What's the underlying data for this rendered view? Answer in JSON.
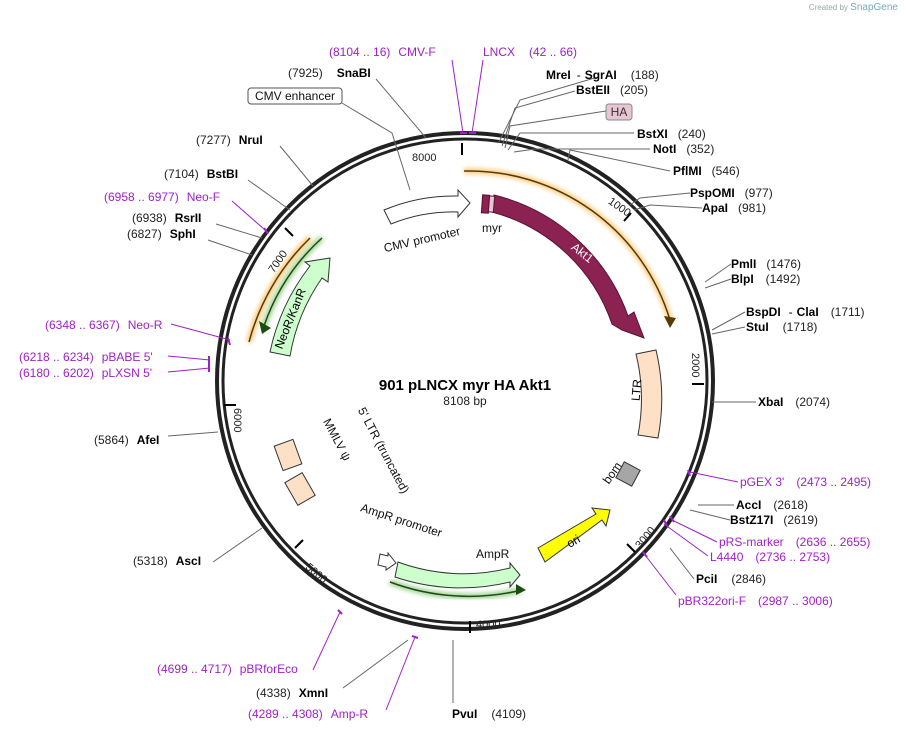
{
  "brand": {
    "created_by": "Created by",
    "name": "SnapGene"
  },
  "plasmid": {
    "name": "901 pLNCX myr HA Akt1",
    "length": "8108 bp"
  },
  "ticks": [
    "8000",
    "1000",
    "2000",
    "3000",
    "4000",
    "5000",
    "6000",
    "7000"
  ],
  "enzymes": {
    "snabi": {
      "pos": "(7925)",
      "name": "SnaBI"
    },
    "nrui": {
      "pos": "(7277)",
      "name": "NruI"
    },
    "bstbi": {
      "pos": "(7104)",
      "name": "BstBI"
    },
    "rsrii": {
      "pos": "(6938)",
      "name": "RsrII"
    },
    "sphi": {
      "pos": "(6827)",
      "name": "SphI"
    },
    "afei": {
      "pos": "(5864)",
      "name": "AfeI"
    },
    "asci": {
      "pos": "(5318)",
      "name": "AscI"
    },
    "xmni": {
      "pos": "(4338)",
      "name": "XmnI"
    },
    "pvui": {
      "name": "PvuI",
      "pos": "(4109)"
    },
    "mrei": {
      "name": "MreI",
      "sep": "-",
      "name2": "SgrAI",
      "pos": "(188)"
    },
    "bsteii": {
      "name": "BstEII",
      "pos": "(205)"
    },
    "bstxi": {
      "name": "BstXI",
      "pos": "(240)"
    },
    "noti": {
      "name": "NotI",
      "pos": "(352)"
    },
    "pflmi": {
      "name": "PflMI",
      "pos": "(546)"
    },
    "pspomi": {
      "name": "PspOMI",
      "pos": "(977)"
    },
    "apai": {
      "name": "ApaI",
      "pos": "(981)"
    },
    "pmli": {
      "name": "PmlI",
      "pos": "(1476)"
    },
    "blpi": {
      "name": "BlpI",
      "pos": "(1492)"
    },
    "bspdi": {
      "name": "BspDI",
      "sep": "-",
      "name2": "ClaI",
      "pos": "(1711)"
    },
    "stui": {
      "name": "StuI",
      "pos": "(1718)"
    },
    "xbai": {
      "name": "XbaI",
      "pos": "(2074)"
    },
    "acci": {
      "name": "AccI",
      "pos": "(2618)"
    },
    "bstz17i": {
      "name": "BstZ17I",
      "pos": "(2619)"
    },
    "pcii": {
      "name": "PciI",
      "pos": "(2846)"
    }
  },
  "primers": {
    "cmvf": {
      "range": "(8104 .. 16)",
      "name": "CMV-F"
    },
    "lncx": {
      "name": "LNCX",
      "range": "(42 .. 66)"
    },
    "neof": {
      "range": "(6958 .. 6977)",
      "name": "Neo-F"
    },
    "neor": {
      "range": "(6348 .. 6367)",
      "name": "Neo-R"
    },
    "pbabe5": {
      "range": "(6218 .. 6234)",
      "name": "pBABE 5'"
    },
    "plxsn5": {
      "range": "(6180 .. 6202)",
      "name": "pLXSN 5'"
    },
    "pbrforeco": {
      "range": "(4699 .. 4717)",
      "name": "pBRforEco"
    },
    "ampr": {
      "range": "(4289 .. 4308)",
      "name": "Amp-R"
    },
    "pgex3": {
      "name": "pGEX 3'",
      "range": "(2473 .. 2495)"
    },
    "prsmarker": {
      "name": "pRS-marker",
      "range": "(2636 .. 2655)"
    },
    "l4440": {
      "name": "L4440",
      "range": "(2736 .. 2753)"
    },
    "pbr322orif": {
      "name": "pBR322ori-F",
      "range": "(2987 .. 3006)"
    }
  },
  "features": {
    "cmv_enhancer": "CMV enhancer",
    "ha": "HA",
    "cmv_promoter": "CMV promoter",
    "myr": "myr",
    "akt1": "Akt1",
    "ltr": "LTR",
    "bom": "bom",
    "ori": "ori",
    "ampr": "AmpR",
    "ampr_promoter": "AmpR promoter",
    "neokanr": "NeoR/KanR",
    "ltr5": "5' LTR (truncated)",
    "mmlv": "MMLV ψ"
  },
  "colors": {
    "akt1": "#8b2252",
    "ltr": "#fde0c5",
    "ori": "#ffff00",
    "ampr": "#ccffcc",
    "bom": "#a6a6a6",
    "orf_orange": "#f5a623",
    "orf_green": "#3a8f2a",
    "primer": "#a020c8"
  }
}
